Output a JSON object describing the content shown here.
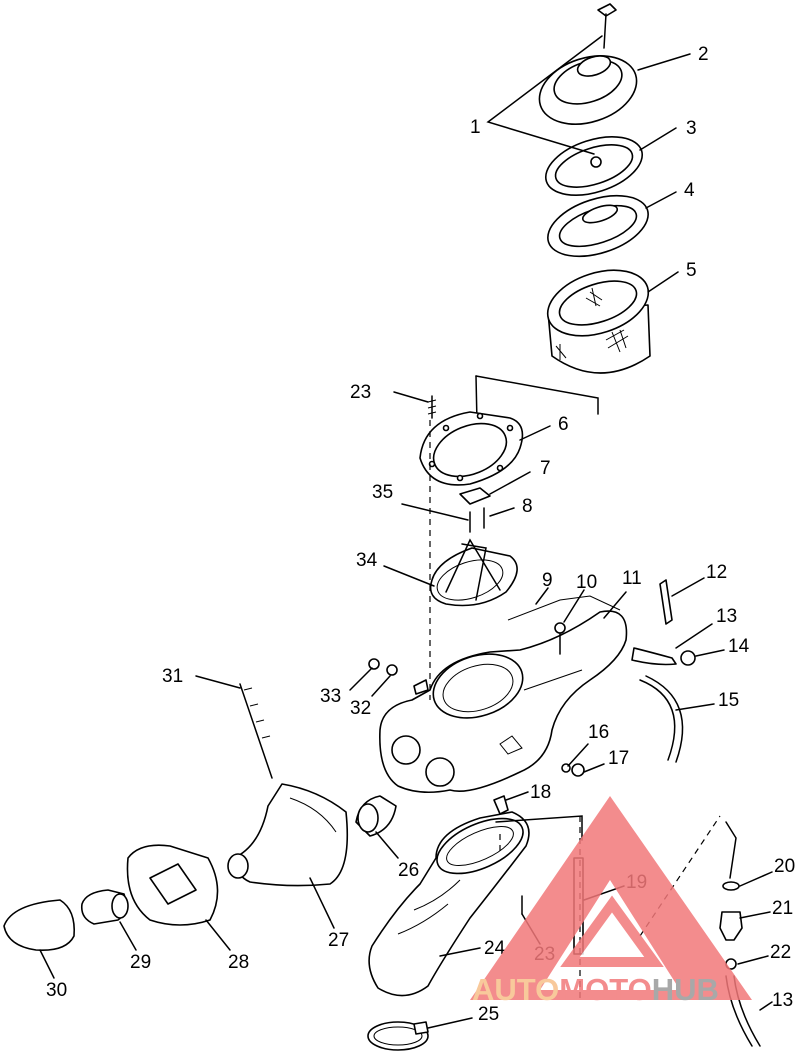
{
  "diagram": {
    "callouts": [
      {
        "id": "c1",
        "text": "1"
      },
      {
        "id": "c2",
        "text": "2"
      },
      {
        "id": "c3",
        "text": "3"
      },
      {
        "id": "c4",
        "text": "4"
      },
      {
        "id": "c5",
        "text": "5"
      },
      {
        "id": "c6",
        "text": "6"
      },
      {
        "id": "c7",
        "text": "7"
      },
      {
        "id": "c8",
        "text": "8"
      },
      {
        "id": "c9",
        "text": "9"
      },
      {
        "id": "c10",
        "text": "10"
      },
      {
        "id": "c11",
        "text": "11"
      },
      {
        "id": "c12",
        "text": "12"
      },
      {
        "id": "c13a",
        "text": "13"
      },
      {
        "id": "c13b",
        "text": "13"
      },
      {
        "id": "c14",
        "text": "14"
      },
      {
        "id": "c15",
        "text": "15"
      },
      {
        "id": "c16",
        "text": "16"
      },
      {
        "id": "c17",
        "text": "17"
      },
      {
        "id": "c18",
        "text": "18"
      },
      {
        "id": "c19",
        "text": "19"
      },
      {
        "id": "c20",
        "text": "20"
      },
      {
        "id": "c21",
        "text": "21"
      },
      {
        "id": "c22",
        "text": "22"
      },
      {
        "id": "c23a",
        "text": "23"
      },
      {
        "id": "c23b",
        "text": "23"
      },
      {
        "id": "c24",
        "text": "24"
      },
      {
        "id": "c25",
        "text": "25"
      },
      {
        "id": "c26",
        "text": "26"
      },
      {
        "id": "c27",
        "text": "27"
      },
      {
        "id": "c28",
        "text": "28"
      },
      {
        "id": "c29",
        "text": "29"
      },
      {
        "id": "c30",
        "text": "30"
      },
      {
        "id": "c31",
        "text": "31"
      },
      {
        "id": "c32",
        "text": "32"
      },
      {
        "id": "c33",
        "text": "33"
      },
      {
        "id": "c34",
        "text": "34"
      },
      {
        "id": "c35",
        "text": "35"
      }
    ]
  },
  "watermark": {
    "part1": "AUTO",
    "part2": "MOTO",
    "part3": "HUB",
    "color_primary": "#f2787a",
    "color_secondary": "#f7c08a",
    "color_tertiary": "#9a9a9a"
  }
}
